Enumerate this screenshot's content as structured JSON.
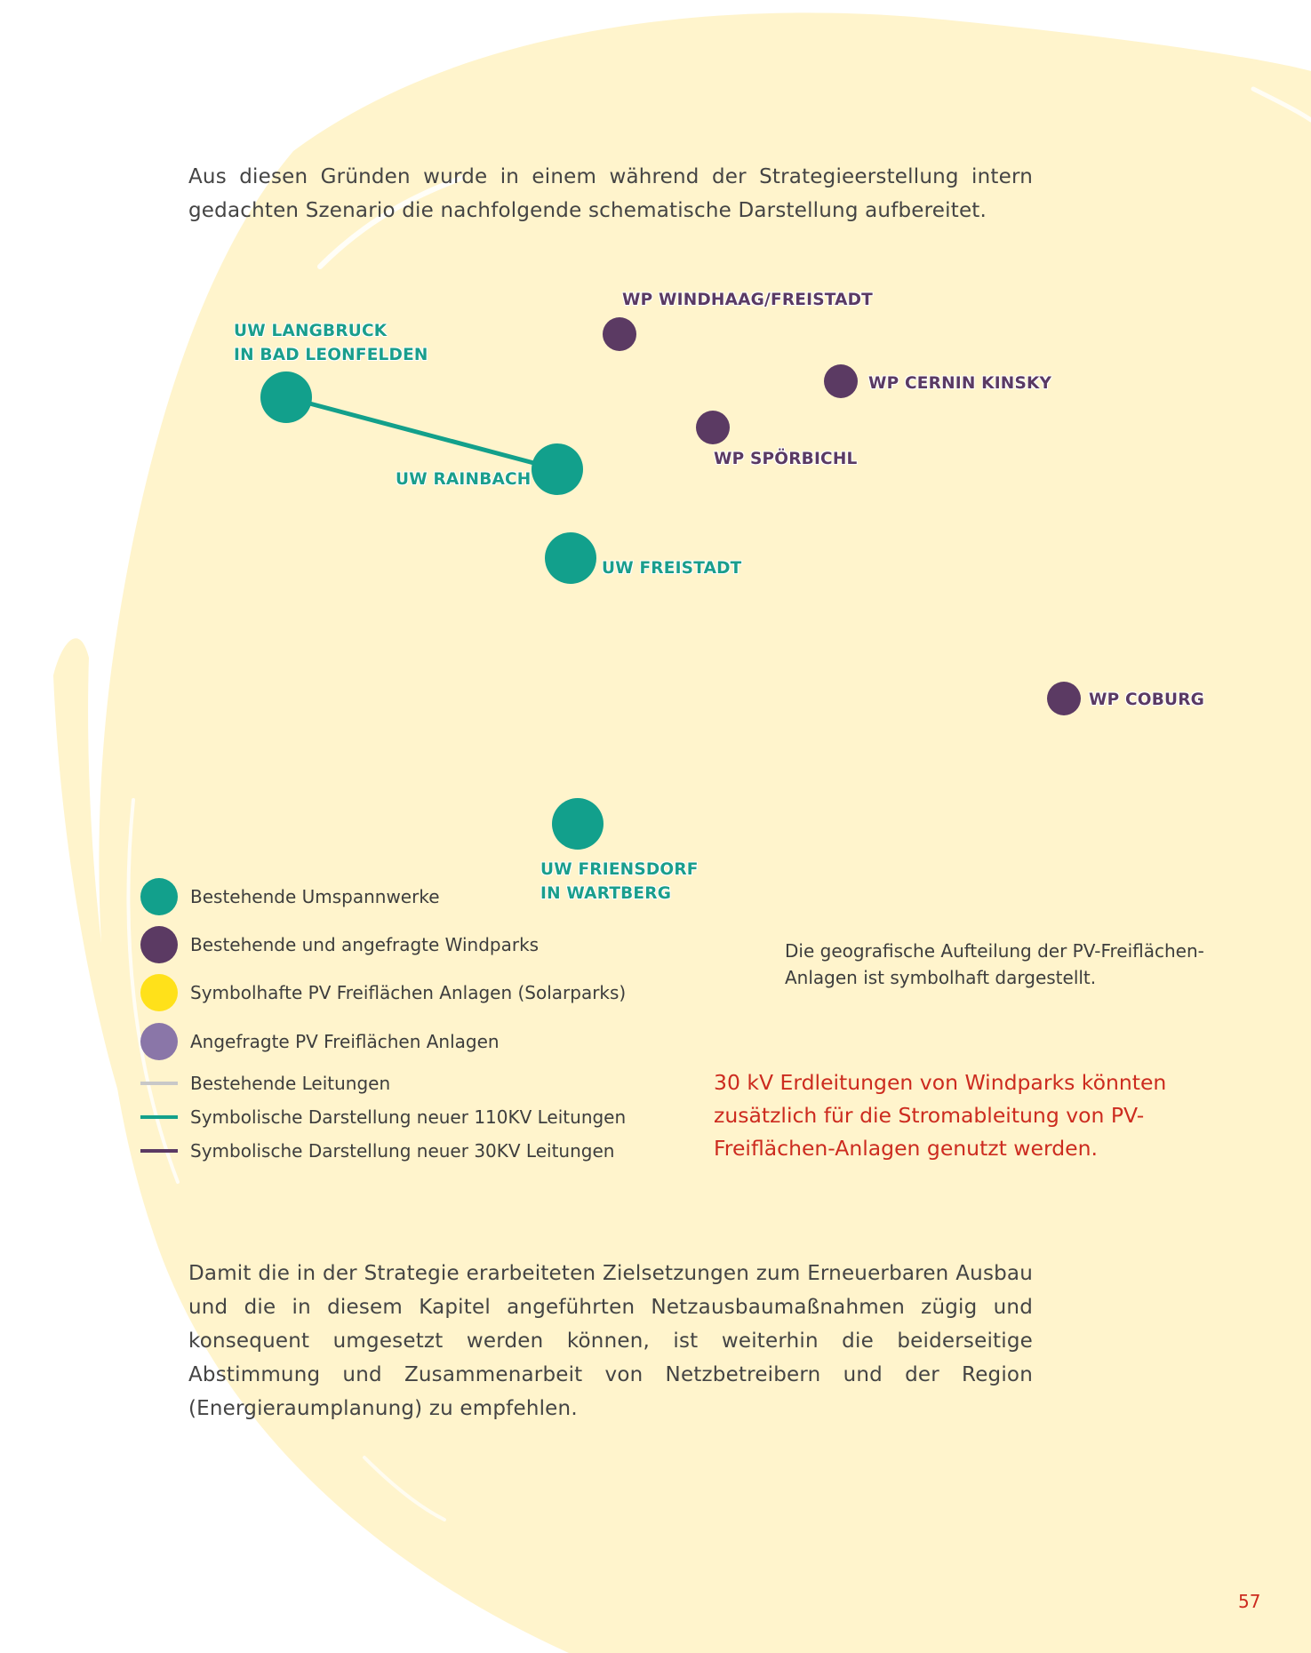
{
  "intro_text": "Aus diesen Gründen wurde in einem während der Strategieerstellung intern gedachten Szenario die nachfolgende schematische Darstellung aufbereitet.",
  "diagram": {
    "substations": [
      {
        "id": "langbruck",
        "lines": [
          "UW LANGBRUCK",
          "IN BAD LEONFELDEN"
        ]
      },
      {
        "id": "rainbach",
        "lines": [
          "UW RAINBACH"
        ]
      },
      {
        "id": "freistadt",
        "lines": [
          "UW FREISTADT"
        ]
      },
      {
        "id": "friensdorf",
        "lines": [
          "UW FRIENSDORF",
          "IN WARTBERG"
        ]
      }
    ],
    "windparks": [
      {
        "id": "windhaag",
        "label": "WP WINDHAAG/FREISTADT"
      },
      {
        "id": "cernin",
        "label": "WP CERNIN KINSKY"
      },
      {
        "id": "sporbichl",
        "label": "WP SPÖRBICHL"
      },
      {
        "id": "coburg",
        "label": "WP COBURG"
      }
    ],
    "connections": [
      {
        "from": "langbruck",
        "to": "rainbach",
        "type": "110kV"
      }
    ]
  },
  "legend": [
    {
      "label": "Bestehende Umspannwerke",
      "symbol": "dot",
      "color": "#12a08c"
    },
    {
      "label": "Bestehende und angefragte Windparks",
      "symbol": "dot",
      "color": "#5b3a63"
    },
    {
      "label": "Symbolhafte PV Freiflächen Anlagen (Solarparks)",
      "symbol": "dot",
      "color": "#ffe11a"
    },
    {
      "label": "Angefragte PV Freiflächen Anlagen",
      "symbol": "dot",
      "color": "#8a76a8"
    },
    {
      "label": "Bestehende Leitungen",
      "symbol": "line",
      "color": "#c8c8c8"
    },
    {
      "label": "Symbolische Darstellung neuer 110KV Leitungen",
      "symbol": "line",
      "color": "#13a08b"
    },
    {
      "label": "Symbolische Darstellung neuer 30KV Leitungen",
      "symbol": "line",
      "color": "#5b3a63"
    }
  ],
  "note_geo": "Die geografische Aufteilung der PV-Freiflächen-Anlagen ist symbolhaft dargestellt.",
  "note_30kv": "30 kV Erdleitungen von Windparks könnten zusätzlich für die Stromableitung von PV-Freiflächen-Anlagen genutzt werden.",
  "outro_text": "Damit die in der Strategie erarbeiteten Zielsetzungen zum Erneuerbaren Ausbau und die in diesem Kapitel angeführten Netzausbaumaßnahmen zügig und konsequent umgesetzt werden können, ist weiterhin die beiderseitige Abstimmung und Zusammenarbeit von Netzbetreibern und der Region (Energieraumplanung) zu empfehlen.",
  "page_number": "57",
  "colors": {
    "background_blob": "#fff4cc",
    "substation": "#12a08c",
    "windpark": "#5b3a63",
    "accent_red": "#cc2b1f"
  }
}
